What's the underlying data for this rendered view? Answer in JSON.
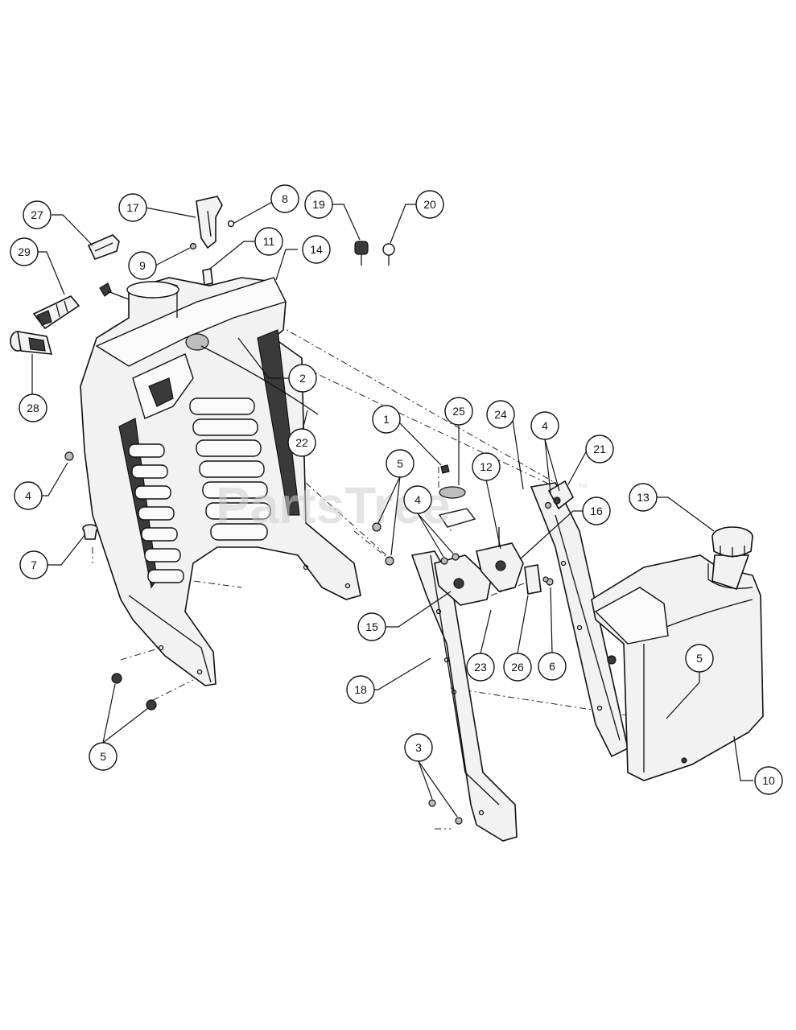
{
  "watermark": {
    "text": "PartsTree",
    "trademark": "™"
  },
  "callouts": [
    {
      "id": "c27",
      "label": "27"
    },
    {
      "id": "c17",
      "label": "17"
    },
    {
      "id": "c8",
      "label": "8"
    },
    {
      "id": "c19",
      "label": "19"
    },
    {
      "id": "c20",
      "label": "20"
    },
    {
      "id": "c29",
      "label": "29"
    },
    {
      "id": "c9",
      "label": "9"
    },
    {
      "id": "c11",
      "label": "11"
    },
    {
      "id": "c14",
      "label": "14"
    },
    {
      "id": "c2",
      "label": "2"
    },
    {
      "id": "c28",
      "label": "28"
    },
    {
      "id": "c22",
      "label": "22"
    },
    {
      "id": "c1",
      "label": "1"
    },
    {
      "id": "c25",
      "label": "25"
    },
    {
      "id": "c24",
      "label": "24"
    },
    {
      "id": "c4a",
      "label": "4"
    },
    {
      "id": "c21",
      "label": "21"
    },
    {
      "id": "c4b",
      "label": "4"
    },
    {
      "id": "c5a",
      "label": "5"
    },
    {
      "id": "c12",
      "label": "12"
    },
    {
      "id": "c13",
      "label": "13"
    },
    {
      "id": "c4c",
      "label": "4"
    },
    {
      "id": "c16",
      "label": "16"
    },
    {
      "id": "c7",
      "label": "7"
    },
    {
      "id": "c15",
      "label": "15"
    },
    {
      "id": "c23",
      "label": "23"
    },
    {
      "id": "c26",
      "label": "26"
    },
    {
      "id": "c6",
      "label": "6"
    },
    {
      "id": "c5b",
      "label": "5"
    },
    {
      "id": "c18",
      "label": "18"
    },
    {
      "id": "c5c",
      "label": "5"
    },
    {
      "id": "c3",
      "label": "3"
    },
    {
      "id": "c10",
      "label": "10"
    }
  ]
}
